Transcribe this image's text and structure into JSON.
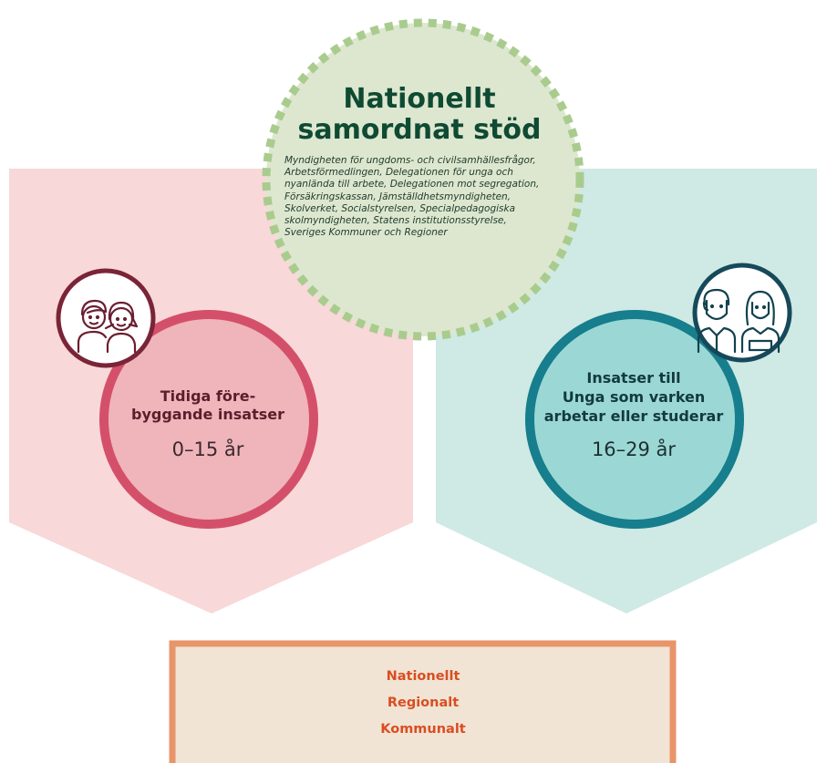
{
  "center": {
    "title_line1": "Nationellt",
    "title_line2": "samordnat stöd",
    "agencies": [
      "Myndigheten för ungdoms- och civilsamhällesfrågor,",
      "Arbetsförmedlingen, Delegationen för unga och",
      "nyanlända till arbete, Delegationen mot segregation,",
      "Försäkringskassan, Jämställdhetsmyndigheten,",
      "Skolverket, Socialstyrelsen, Specialpedagogiska",
      "skolmyndigheten, Statens institutionsstyrelse,",
      "Sveriges Kommuner och Regioner"
    ]
  },
  "left": {
    "label_line1": "Tidiga före-",
    "label_line2": "byggande insatser",
    "age": "0–15 år",
    "icon": "children-icon",
    "color": "#d4506a"
  },
  "right": {
    "label_line1": "Insatser till",
    "label_line2": "Unga som varken",
    "label_line3": "arbetar eller studerar",
    "age": "16–29 år",
    "icon": "young-adults-icon",
    "color": "#167e8c"
  },
  "levels": [
    "Nationellt",
    "Regionalt",
    "Kommunalt"
  ],
  "colors": {
    "left_panel": "#f8d8d8",
    "right_panel": "#cfe9e4",
    "center_fill": "#dde7cf",
    "center_border": "#a9cc8e",
    "levels_box": "#f1e4d4",
    "levels_border": "#e8956a"
  }
}
